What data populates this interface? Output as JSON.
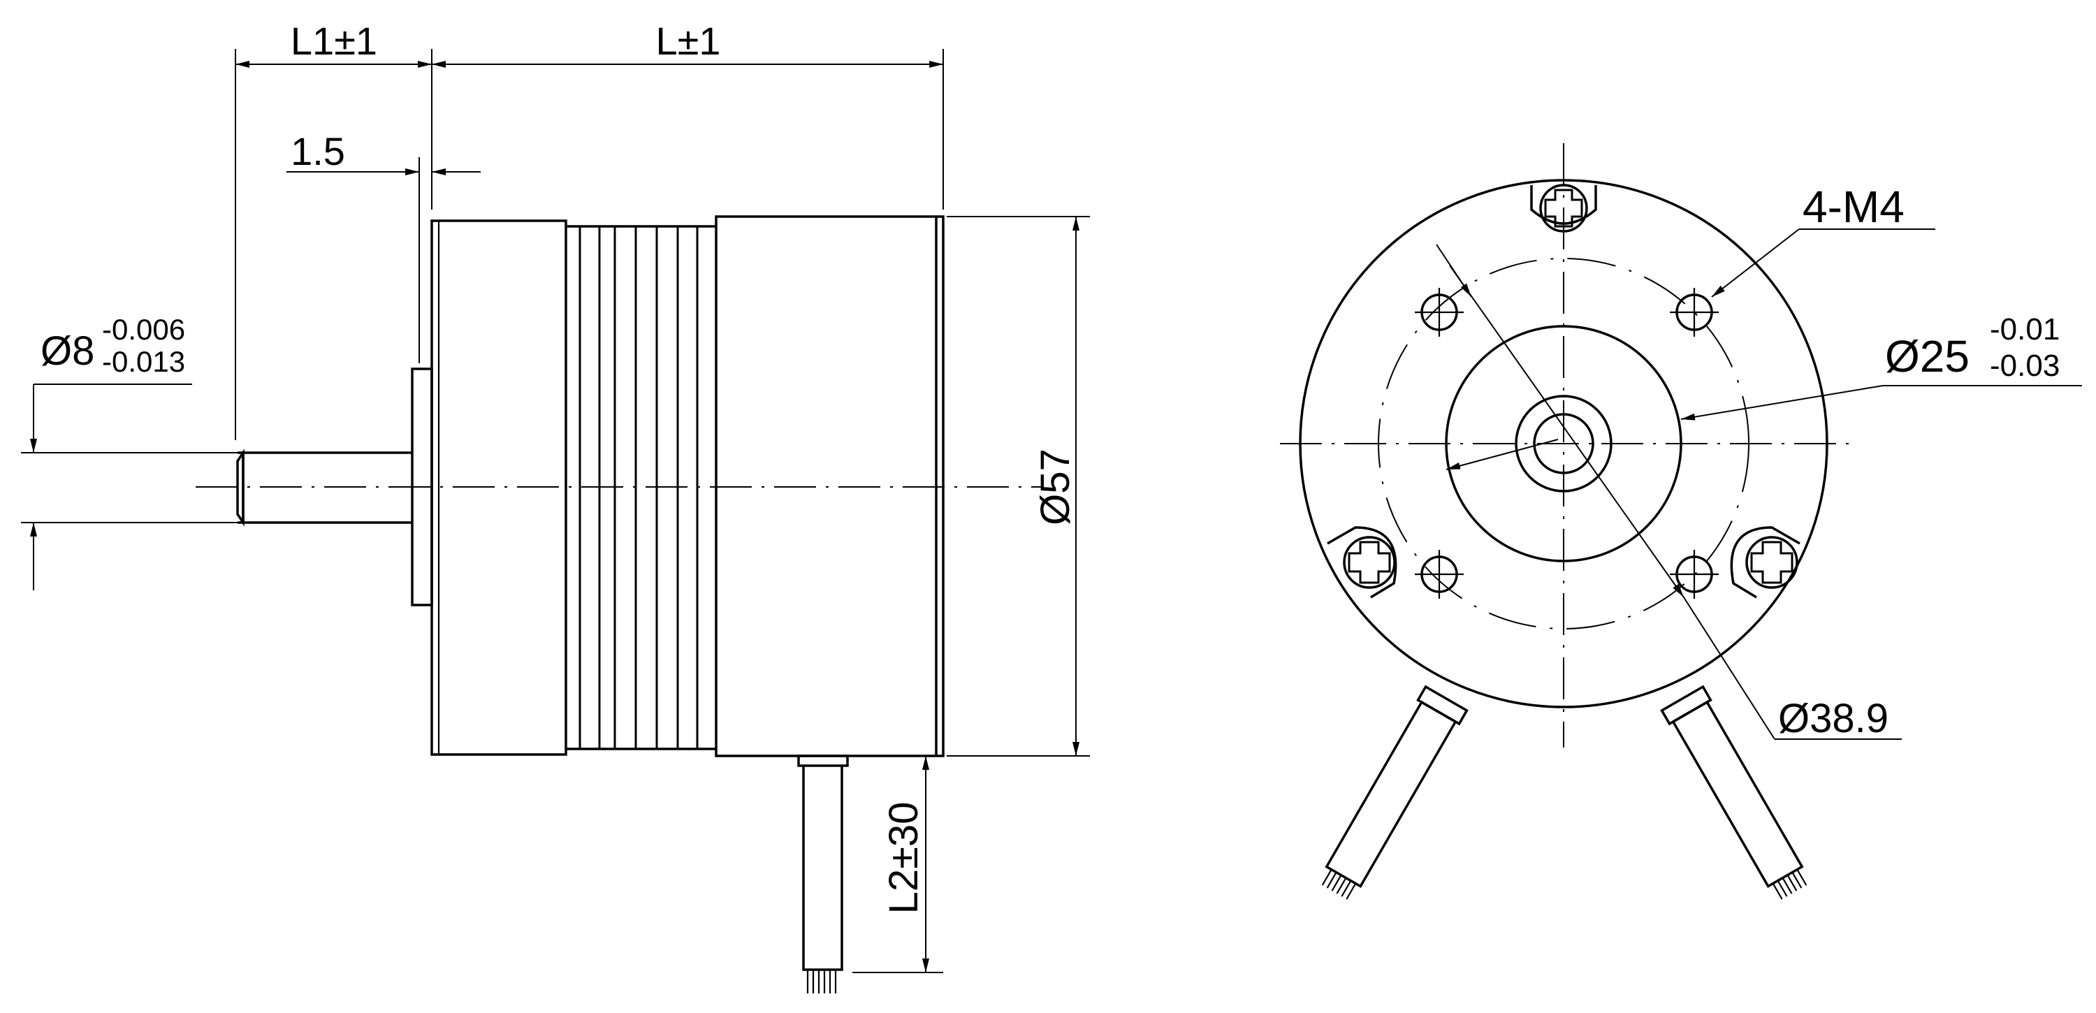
{
  "dimensions": {
    "side_view": {
      "l1": "L1±1",
      "l": "L±1",
      "flange": "1.5",
      "shaft_dia_base": "Ø8",
      "shaft_tol_upper": "-0.006",
      "shaft_tol_lower": "-0.013",
      "body_dia": "Ø57",
      "lead_length": "L2±30"
    },
    "front_view": {
      "holes": "4-M4",
      "pilot_dia_base": "Ø25",
      "pilot_tol_upper": "-0.01",
      "pilot_tol_lower": "-0.03",
      "bolt_circle": "Ø38.9"
    }
  }
}
